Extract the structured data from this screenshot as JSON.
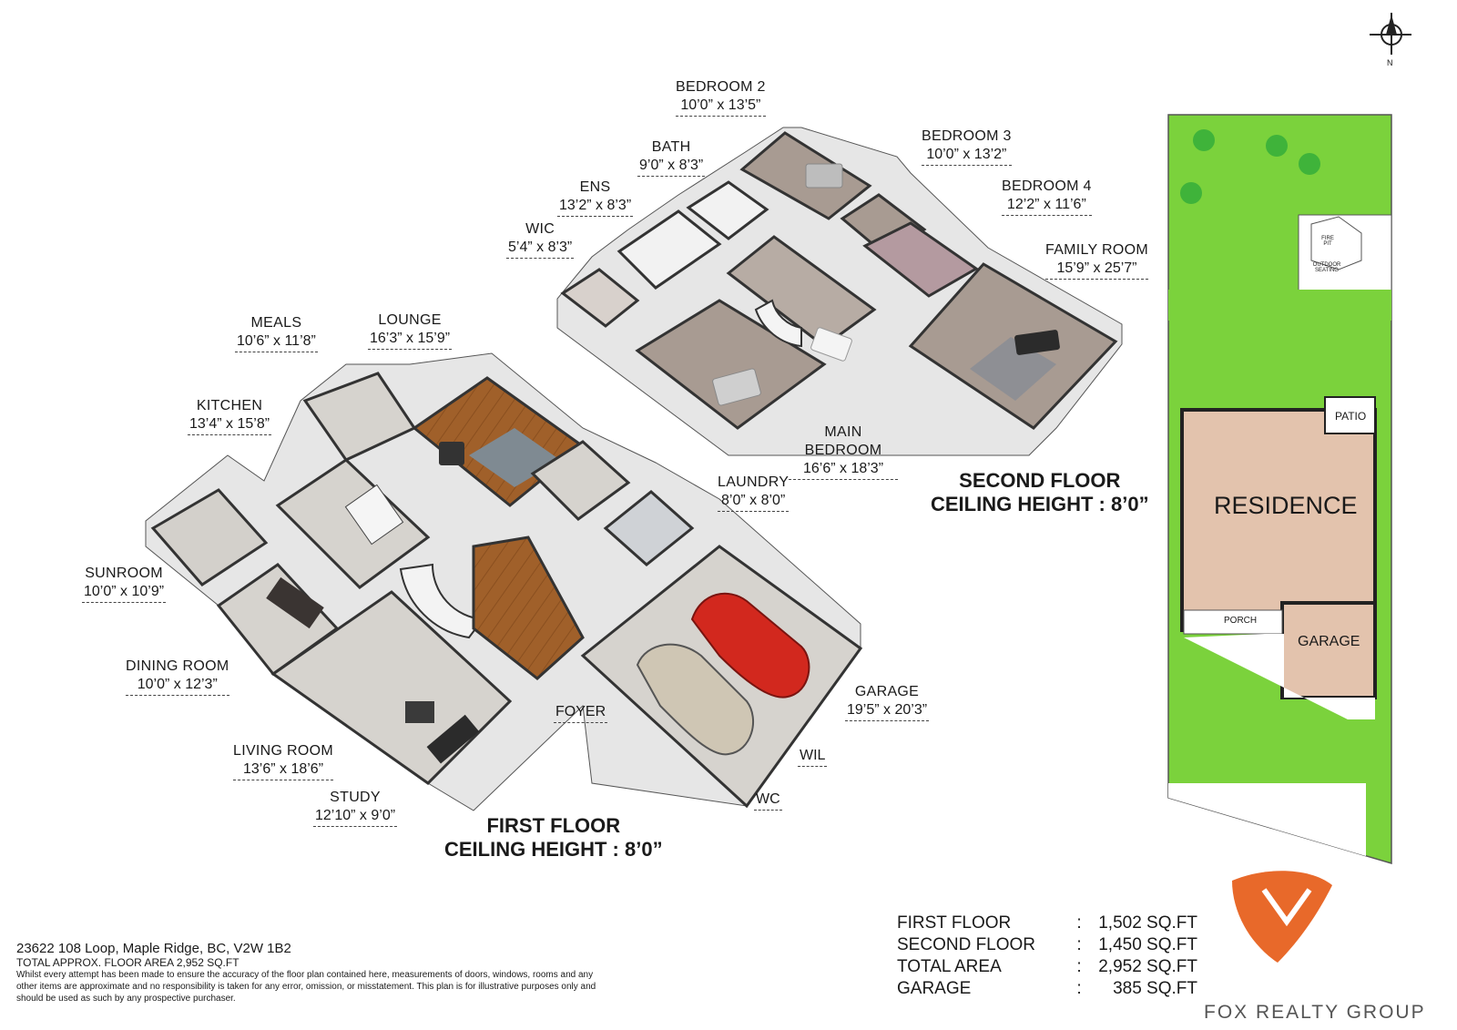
{
  "compass": {
    "north_label": "N"
  },
  "rooms": [
    {
      "id": "bedroom-2",
      "name": "BEDROOM 2",
      "dims": "10’0” x 13’5”"
    },
    {
      "id": "bath",
      "name": "BATH",
      "dims": "9’0” x 8’3”"
    },
    {
      "id": "ens",
      "name": "ENS",
      "dims": "13’2” x 8’3”"
    },
    {
      "id": "wic",
      "name": "WIC",
      "dims": "5’4” x 8’3”"
    },
    {
      "id": "bedroom-3",
      "name": "BEDROOM 3",
      "dims": "10’0” x 13’2”"
    },
    {
      "id": "bedroom-4",
      "name": "BEDROOM 4",
      "dims": "12’2” x 11’6”"
    },
    {
      "id": "family-room",
      "name": "FAMILY ROOM",
      "dims": "15’9” x 25’7”"
    },
    {
      "id": "main-bedroom",
      "name": "MAIN BEDROOM",
      "dims": "16’6” x 18’3”"
    },
    {
      "id": "meals",
      "name": "MEALS",
      "dims": "10’6” x 11’8”"
    },
    {
      "id": "lounge",
      "name": "LOUNGE",
      "dims": "16’3” x 15’9”"
    },
    {
      "id": "kitchen",
      "name": "KITCHEN",
      "dims": "13’4” x 15’8”"
    },
    {
      "id": "laundry",
      "name": "LAUNDRY",
      "dims": "8’0” x 8’0”"
    },
    {
      "id": "sunroom",
      "name": "SUNROOM",
      "dims": "10’0” x 10’9”"
    },
    {
      "id": "dining-room",
      "name": "DINING ROOM",
      "dims": "10’0” x 12’3”"
    },
    {
      "id": "living-room",
      "name": "LIVING ROOM",
      "dims": "13’6” x 18’6”"
    },
    {
      "id": "study",
      "name": "STUDY",
      "dims": "12’10” x 9’0”"
    },
    {
      "id": "garage",
      "name": "GARAGE",
      "dims": "19’5” x 20’3”"
    },
    {
      "id": "foyer",
      "name": "FOYER",
      "dims": ""
    },
    {
      "id": "wil",
      "name": "WIL",
      "dims": ""
    },
    {
      "id": "wc",
      "name": "WC",
      "dims": ""
    }
  ],
  "floors": {
    "second": {
      "title": "SECOND FLOOR",
      "ceiling": "CEILING HEIGHT : 8’0”"
    },
    "first": {
      "title": "FIRST FLOOR",
      "ceiling": "CEILING HEIGHT : 8’0”"
    }
  },
  "site_plan": {
    "residence": "RESIDENCE",
    "patio": "PATIO",
    "porch": "PORCH",
    "garage": "GARAGE",
    "fire_pit": "FIRE PIT",
    "outdoor_seating": "OUTDOOR SEATING"
  },
  "footer": {
    "address": "23622 108 Loop, Maple Ridge, BC, V2W 1B2",
    "total_area": "TOTAL APPROX. FLOOR AREA 2,952 SQ.FT",
    "disclaimer": "Whilst every attempt has been made to ensure the accuracy of the floor plan contained here, measurements of doors, windows, rooms and any other items are approximate and no responsibility is taken for any error, omission, or misstatement. This plan is for illustrative purposes only and should be used as such by any prospective purchaser."
  },
  "area_summary": [
    {
      "label": "FIRST FLOOR",
      "sep": ":",
      "value": "1,502 SQ.FT"
    },
    {
      "label": "SECOND FLOOR",
      "sep": ":",
      "value": "1,450 SQ.FT"
    },
    {
      "label": "TOTAL AREA",
      "sep": ":",
      "value": "2,952 SQ.FT"
    },
    {
      "label": "GARAGE",
      "sep": ":",
      "value": "385 SQ.FT"
    }
  ],
  "brand": {
    "name": "FOX REALTY GROUP"
  },
  "colors": {
    "wall": "#3a3a3a",
    "wall_side": "#e8e8e8",
    "floor_tile": "#d6d3ce",
    "floor_carpet": "#a89b92",
    "floor_wood": "#a0602a",
    "lawn": "#7bd23c",
    "residence": "#e3c3ad",
    "garage_site": "#e3c3ad",
    "fox_orange": "#e8692a"
  }
}
